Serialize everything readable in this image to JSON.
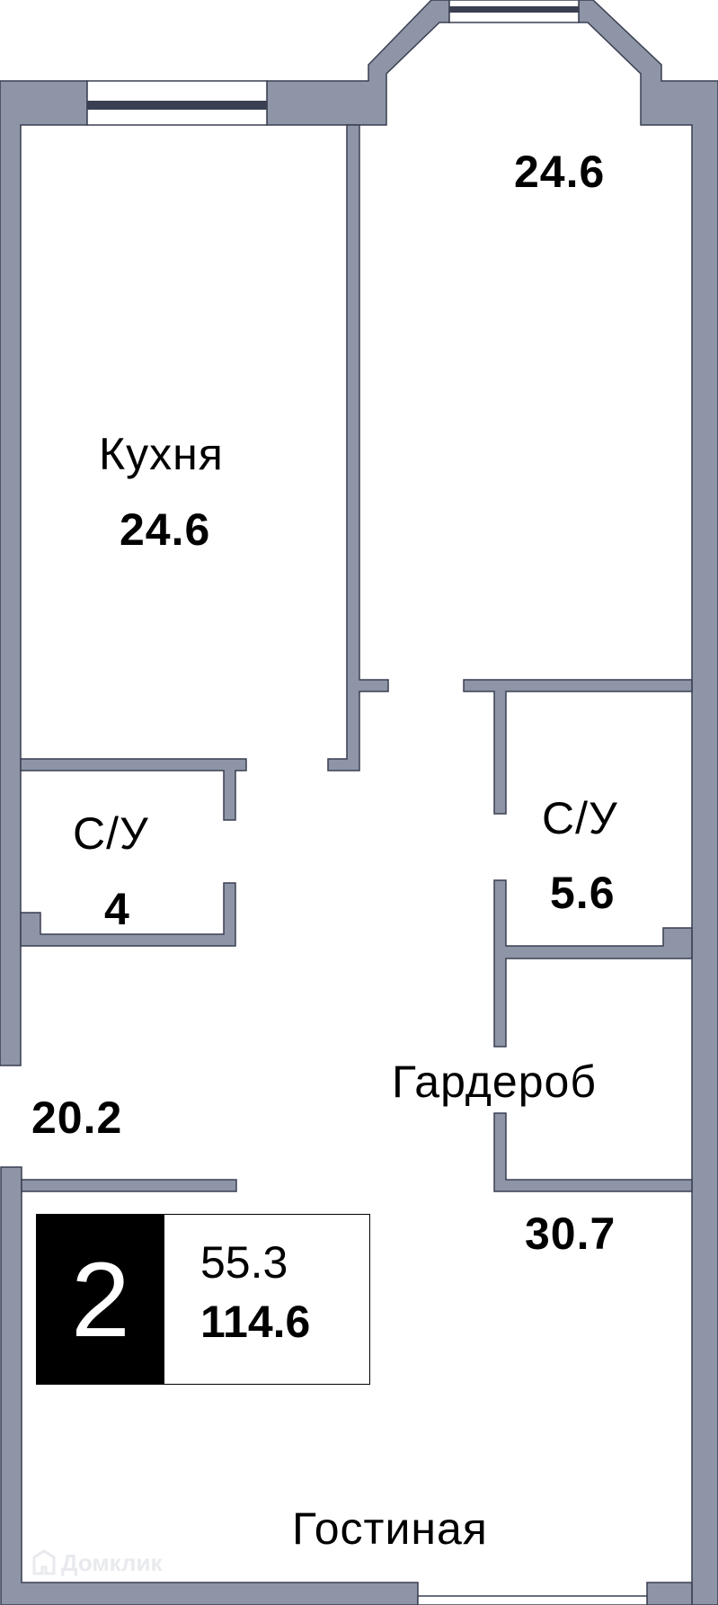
{
  "colors": {
    "wall_fill": "#8d95a6",
    "wall_stroke": "#3a3f52",
    "window_bar": "#3a3f52",
    "floor": "#ffffff",
    "text": "#000000",
    "badge_bg": "#000000",
    "badge_text": "#ffffff",
    "watermark": "#e8eaee"
  },
  "rooms": [
    {
      "id": "bedroom",
      "name": "",
      "area": "24.6"
    },
    {
      "id": "kitchen",
      "name": "Кухня",
      "area": "24.6"
    },
    {
      "id": "bathroom_left",
      "name": "С/У",
      "area": "4"
    },
    {
      "id": "bathroom_right",
      "name": "С/У",
      "area": "5.6"
    },
    {
      "id": "hallway",
      "name": "",
      "area": "20.2"
    },
    {
      "id": "wardrobe",
      "name": "Гардероб",
      "area": ""
    },
    {
      "id": "living_room",
      "name": "Гостиная",
      "area": "30.7"
    }
  ],
  "summary": {
    "rooms_count": "2",
    "living_area": "55.3",
    "total_area": "114.6"
  },
  "watermark": {
    "icon": "house-logo-icon",
    "text": "Домклик"
  }
}
